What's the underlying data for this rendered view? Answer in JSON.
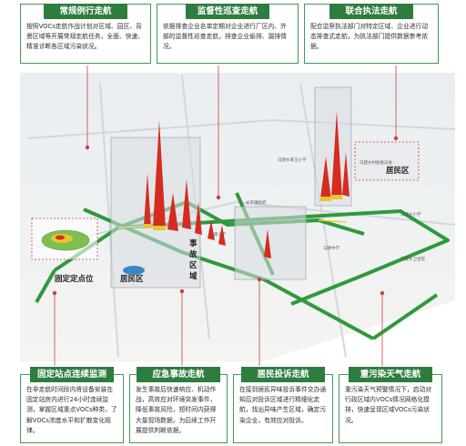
{
  "cards_top": [
    {
      "title": "常规例行走航",
      "body": "按照VOCs走航作战计划对区域、园区、背景区域等开展常规走航任务，全面、快速、精准诊断各区域污染状况。"
    },
    {
      "title": "监督性巡查走航",
      "body": "依据排查企业名单定期对企业进行厂区内、外部的监督性巡查走航，排查企业偷排、漏排情况。"
    },
    {
      "title": "联合执法走航",
      "body": "配合监察执法部门对特定区域、企业进行动态排查式走航，为执法部门提供数据参考依据。"
    }
  ],
  "cards_bottom": [
    {
      "title": "固定站点连续监测",
      "body": "在非走航时间段内将设备安装在固定站房内进行24小时连续监测，掌握区域重点VOCs种类，了解VOCs浓度水平和扩散变化规律。"
    },
    {
      "title": "应急事故走航",
      "body": "发生事故后快速响应、机动作战，高效应对环境突发事件，降低事故风险，短时间内获得大量现场数据，为后续工作开展提供判断依据。"
    },
    {
      "title": "居民投诉走航",
      "body": "在接到居民异味投诉事件交办通知后对投诉区域进行精细化走航，找出异味产生区域，确定污染企业，有效应对投诉。"
    },
    {
      "title": "重污染天气走航",
      "body": "重污染天气预警情况下，启动对行政区域内VOCs情况网格化摸排，快速呈现区域VOCs污染状况。"
    }
  ],
  "map_labels": {
    "fixed_site": "固定定点位",
    "residential_1": "居民区",
    "accident_area": "事故区域",
    "residential_2": "居民区",
    "poi_1": "马建乡革王小学",
    "poi_2": "太平镇政府",
    "poi_3": "马建乡小学",
    "poi_4": "马建乡村民委员会",
    "poi_5": "马建小学",
    "poi_6": "马建中学",
    "poi_7": "马建乡卫生院"
  },
  "colors": {
    "title_bg": "#2e7d3f",
    "border": "#3f9b54",
    "route": "#2f9a3c",
    "spike": "#d62b1f"
  }
}
